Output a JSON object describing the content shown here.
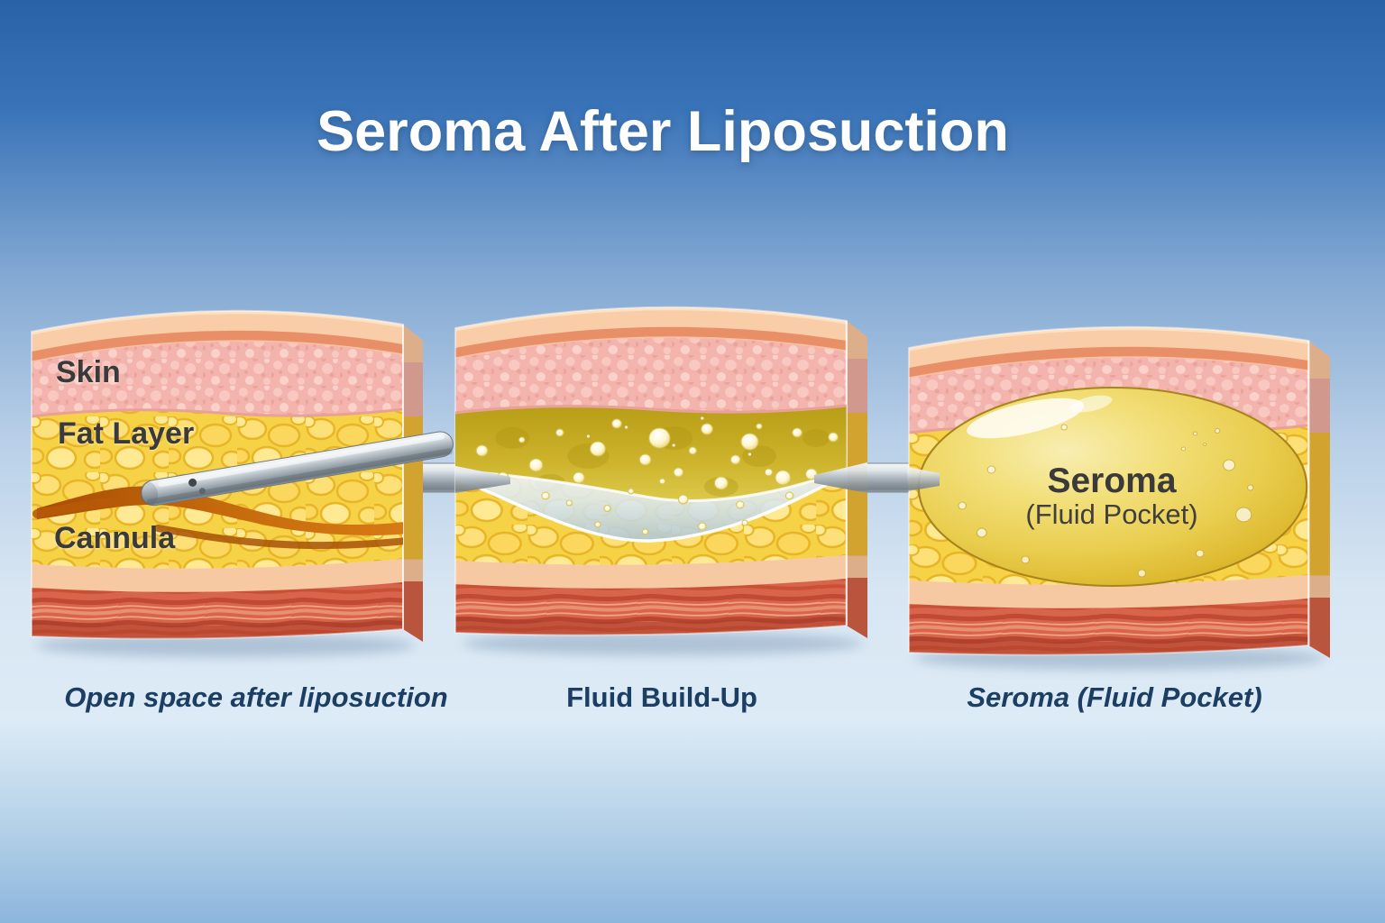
{
  "title": "Seroma After Liposuction",
  "panels": [
    {
      "name": "open-space-after-liposuction",
      "caption": "Open space after liposuction",
      "labels": {
        "skin": "Skin",
        "fat": "Fat Layer",
        "cannula": "Cannula"
      }
    },
    {
      "name": "fluid-build-up",
      "caption": "Fluid Build-Up"
    },
    {
      "name": "seroma-fluid-pocket",
      "caption": "Seroma (Fluid Pocket)",
      "labels": {
        "title": "Seroma",
        "subtitle": "(Fluid Pocket)"
      }
    }
  ],
  "colors": {
    "bg_top": "#2a62a8",
    "bg_light": "#dcebf6",
    "bg_bottom": "#8cb6dc",
    "title_text": "#ffffff",
    "caption_text": "#1d3e63",
    "label_text": "#3a3a3a",
    "peach_outer": "#f9cda7",
    "salmon_stripe": "#e88f68",
    "skin_base": "#f2b4ac",
    "fat_base": "#f6d246",
    "muscle_base": "#d8654b",
    "open_space_orange": "#c06008",
    "cannula_metal": "#b9c2c9",
    "fluid_olive": "#c0a51c",
    "lens_fluid": "#dbe8ef",
    "seroma_fill": "#e9cd4e"
  }
}
